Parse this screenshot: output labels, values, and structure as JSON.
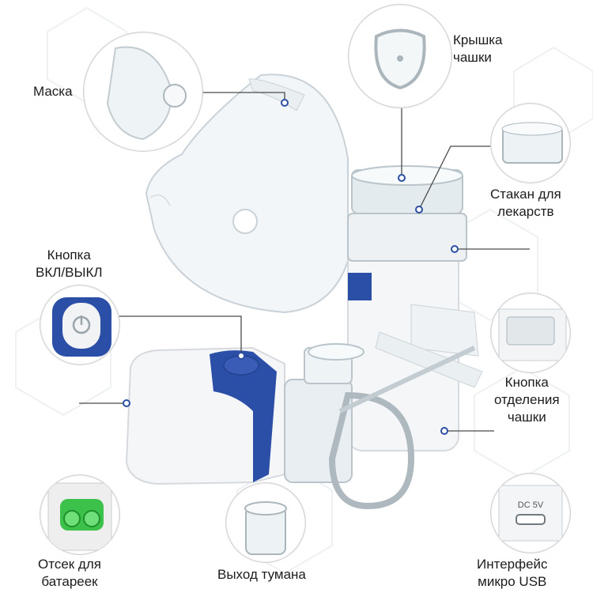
{
  "labels": {
    "mask": "Маска",
    "cup_lid_line1": "Крышка",
    "cup_lid_line2": "чашки",
    "medicine_cup_line1": "Стакан для",
    "medicine_cup_line2": "лекарств",
    "power_button_line1": "Кнопка",
    "power_button_line2": "ВКЛ/ВЫКЛ",
    "cup_release_line1": "Кнопка",
    "cup_release_line2": "отделения",
    "cup_release_line3": "чашки",
    "battery_line1": "Отсек для",
    "battery_line2": "батареек",
    "mist_outlet": "Выход тумана",
    "usb_line1": "Интерфейс",
    "usb_line2": "микро USB"
  },
  "usb_port_text": "DC 5V",
  "colors": {
    "accent_blue": "#2b4ea6",
    "device_white": "#f4f5f7",
    "plastic": "#e6ecef",
    "battery_green": "#3cc24a",
    "line": "#4a4a4a"
  }
}
